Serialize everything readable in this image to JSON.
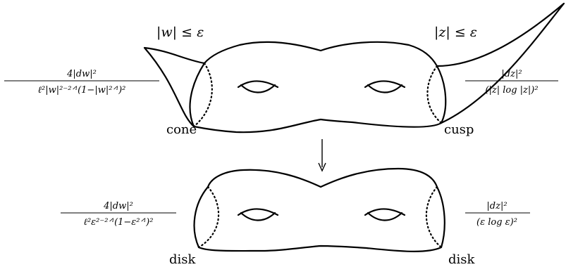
{
  "top": {
    "left_region_label": "|w| ≤ ε",
    "right_region_label": "|z| ≤ ε",
    "left_metric": {
      "numerator": "4|dw|²",
      "denominator": "ℓ²|w|²⁻²ᐟˡ(1−|w|²ᐟˡ)²"
    },
    "right_metric": {
      "numerator": "|dz|²",
      "denominator": "(|z| log |z|)²"
    },
    "left_end_label": "cone",
    "right_end_label": "cusp"
  },
  "bottom": {
    "left_metric": {
      "numerator": "4|dw|²",
      "denominator": "ℓ²ε²⁻²ᐟˡ(1−ε²ᐟˡ)²"
    },
    "right_metric": {
      "numerator": "|dz|²",
      "denominator": "(ε log ε)²"
    },
    "left_end_label": "disk",
    "right_end_label": "disk"
  }
}
